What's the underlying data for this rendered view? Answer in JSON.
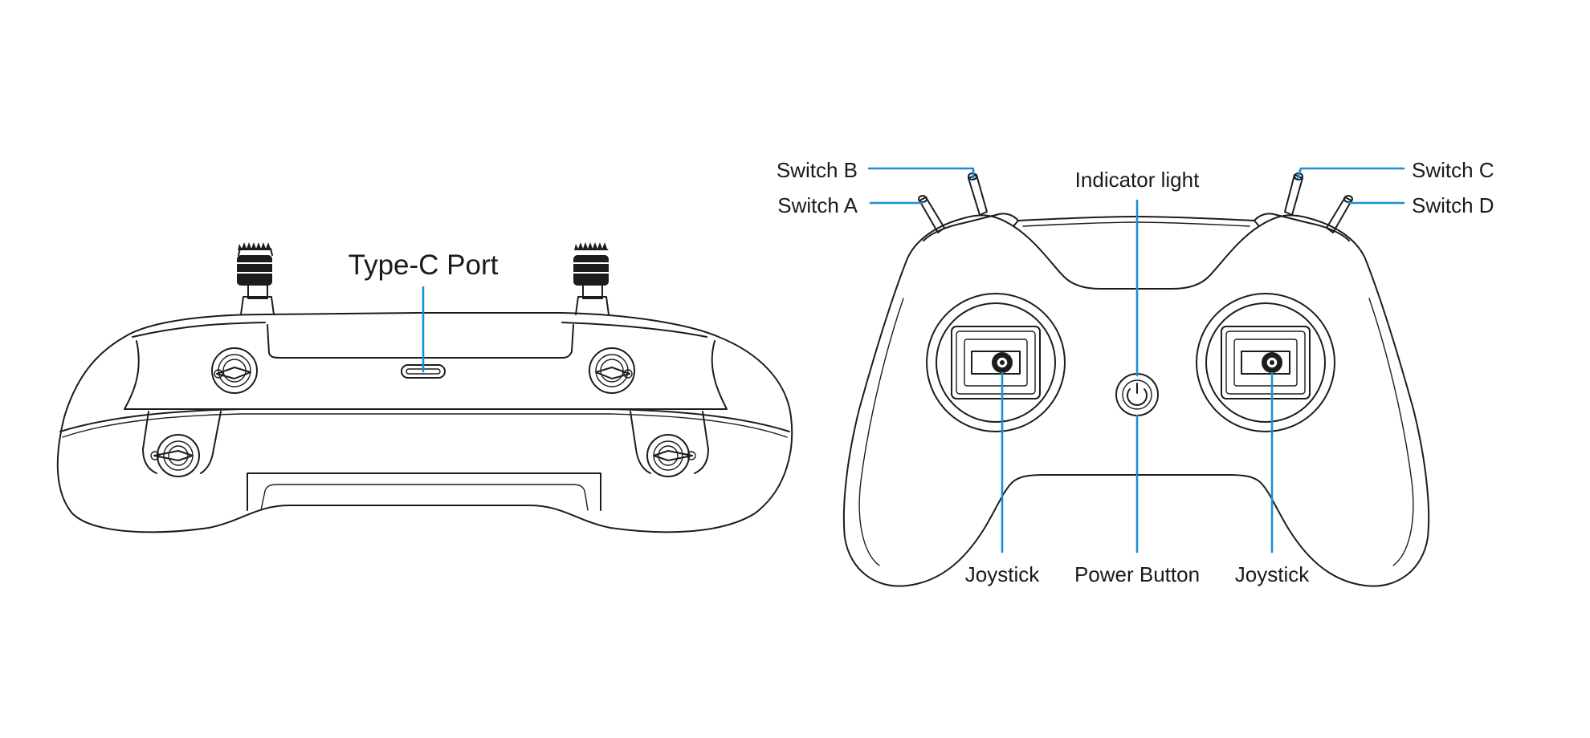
{
  "colors": {
    "leader": "#1a8fd8",
    "outline": "#1c1c1c",
    "background": "#ffffff"
  },
  "labels": {
    "type_c_port": "Type-C Port",
    "switch_a": "Switch A",
    "switch_b": "Switch B",
    "switch_c": "Switch C",
    "switch_d": "Switch D",
    "indicator_light": "Indicator light",
    "joystick_left": "Joystick",
    "power_button": "Power Button",
    "joystick_right": "Joystick"
  }
}
